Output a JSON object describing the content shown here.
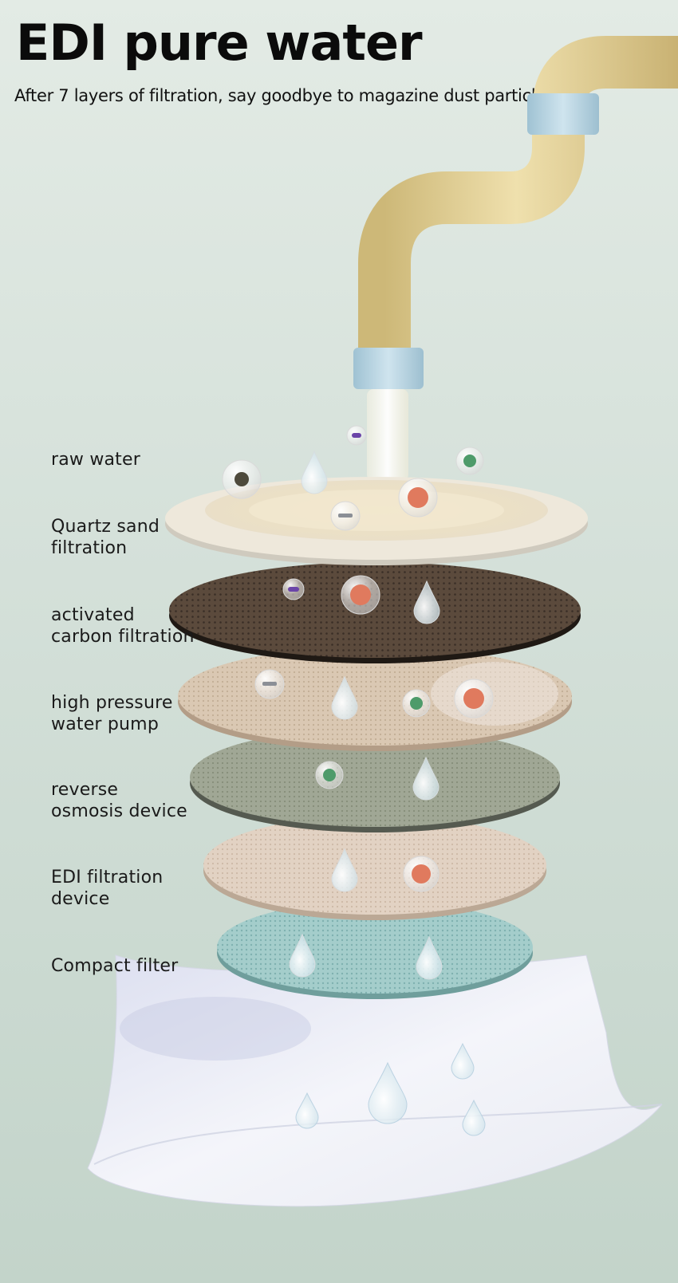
{
  "header": {
    "title": "EDI pure water",
    "subtitle": "After 7 layers of filtration, say goodbye to magazine dust particles."
  },
  "layers": [
    {
      "label": "raw water"
    },
    {
      "label": "Quartz sand\nfiltration"
    },
    {
      "label": "activated\ncarbon filtration"
    },
    {
      "label": "high pressure\nwater pump"
    },
    {
      "label": "reverse\nosmosis device"
    },
    {
      "label": "EDI filtration\ndevice"
    },
    {
      "label": "Compact filter"
    }
  ],
  "colors": {
    "pipe": "#e6d49a",
    "pipe_collar": "#b4d3e1",
    "quartz_disc": "#ede6d6",
    "carbon_disc": "#5b4a3c",
    "pump_disc": "#d9c6b0",
    "ro_disc": "#9fa694",
    "edi_disc": "#e0cfbf",
    "compact_disc": "#9ec9c7",
    "filter_sheet": "#eef0f6"
  }
}
